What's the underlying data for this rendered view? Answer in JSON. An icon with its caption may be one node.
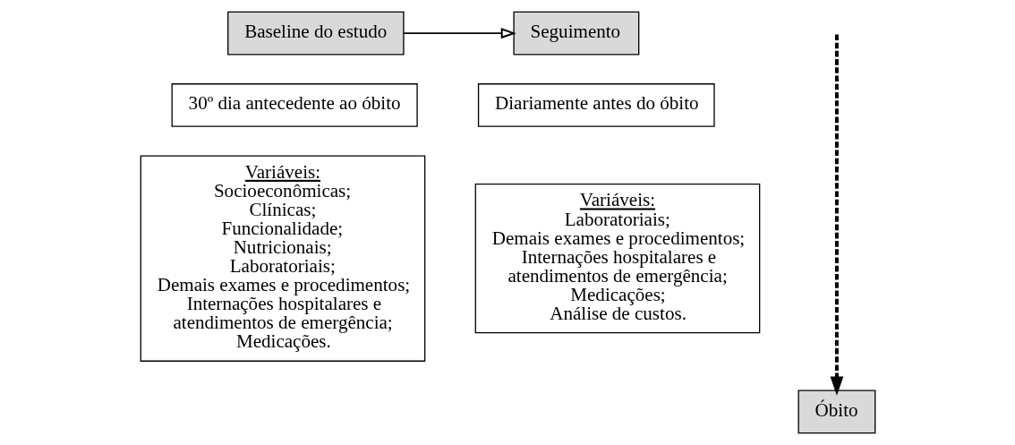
{
  "diagram": {
    "nodes": [
      {
        "text": [
          "Baseline do estudo"
        ]
      },
      {
        "text": [
          "Seguimento"
        ]
      },
      {
        "text": [
          "30º dia antecedente ao óbito"
        ]
      },
      {
        "text": [
          "Variáveis:",
          "Socioeconômicas; Clínicas; Funcionalidade; Nutricionais; Laboratoriais; Demais exames e procedimentos; Internações hospitalares e atendimentos de emergência; Medicações."
        ]
      },
      {
        "text": [
          "Diariamente antes do óbito"
        ]
      },
      {
        "text": [
          "Variáveis:",
          "Laboratoriais; Demais exames e procedimentos; Internações hospitalares e atendimentos de emergência; Medicações; Análise de custos."
        ]
      },
      {
        "text": [
          "Óbito"
        ]
      }
    ],
    "edges": [
      {
        "from": 0,
        "to": 1,
        "arrow": "to"
      },
      {
        "from": null,
        "to": 6,
        "arrow": "to",
        "style": "dashed"
      }
    ]
  }
}
